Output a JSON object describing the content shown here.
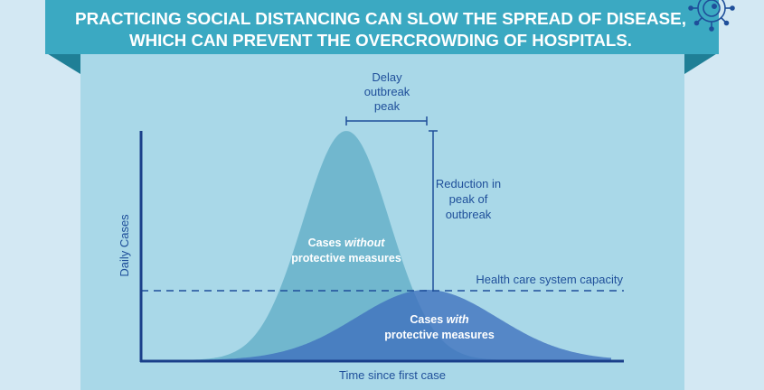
{
  "banner": {
    "line1": "PRACTICING SOCIAL DISTANCING CAN SLOW THE SPREAD OF DISEASE,",
    "line2": "WHICH CAN PREVENT THE OVERCROWDING OF HOSPITALS."
  },
  "chart": {
    "y_axis_label": "Daily Cases",
    "x_axis_label": "Time since first case",
    "capacity_label": "Health care system capacity",
    "delay_label": [
      "Delay",
      "outbreak",
      "peak"
    ],
    "reduction_label": [
      "Reduction in",
      "peak of",
      "outbreak"
    ],
    "curve_without": {
      "label_pre": "Cases ",
      "label_em": "without",
      "label_line2": "protective measures",
      "color": "#6ab4cb"
    },
    "curve_with": {
      "label_pre": "Cases ",
      "label_em": "with",
      "label_line2": "protective measures",
      "color": "#3e6fbe"
    }
  },
  "colors": {
    "background": "#d3e8f3",
    "panel": "#a9d8e8",
    "banner": "#3ba9c2",
    "banner_fold": "#1f7f96",
    "ink": "#1f4f9a",
    "axis": "#1a3f8a"
  },
  "icons": {
    "corner": "virus-icon"
  }
}
